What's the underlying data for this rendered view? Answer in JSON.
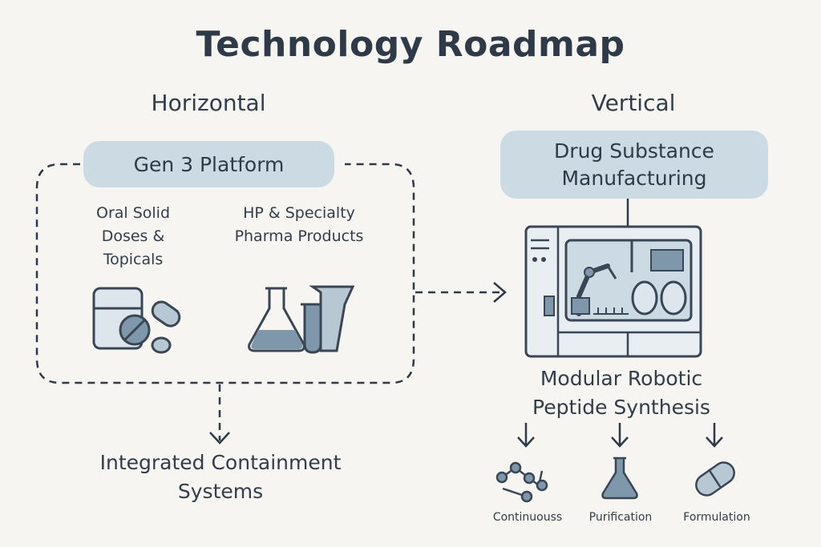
{
  "title": "Technology Roadmap",
  "horizontal": {
    "heading": "Horizontal",
    "platform": "Gen 3 Platform",
    "oral": "Oral Solid Doses & Topicals",
    "hp": "HP & Specialty Pharma Products",
    "containment": "Integrated Containment Systems"
  },
  "vertical": {
    "heading": "Vertical",
    "drug": "Drug Substance Manufacturing",
    "robotic": "Modular Robotic Peptide Synthesis",
    "outputs": [
      "Continuouss",
      "Purification",
      "Formulation"
    ]
  },
  "icons": [
    "pill-bottle-icon",
    "tablets-icon",
    "flask-icon",
    "test-tube-icon",
    "beaker-icon",
    "robotic-machine-icon",
    "molecule-chain-icon",
    "flask-small-icon",
    "capsule-icon"
  ],
  "colors": {
    "background": "#f6f5f1",
    "pill": "#ccdae3",
    "stroke": "#3a4656",
    "fill": "#7f97aa"
  }
}
